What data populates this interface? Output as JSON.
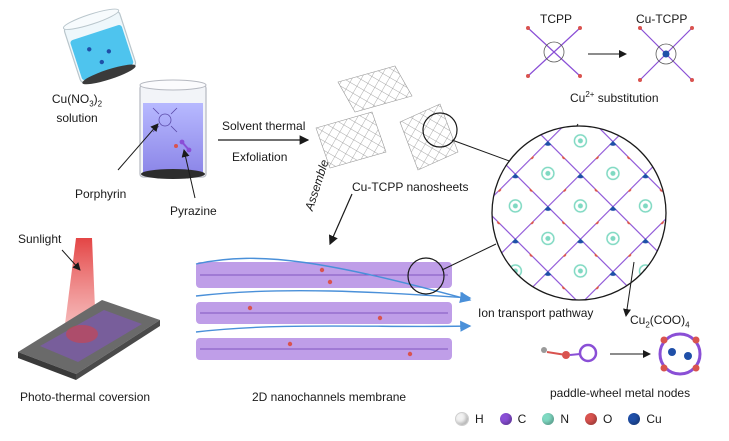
{
  "labels": {
    "cu_solution_1": "Cu(NO",
    "cu_solution_sub3": "3",
    "cu_solution_paren": ")",
    "cu_solution_sub2": "2",
    "cu_solution_2": "solution",
    "solvent_thermal": "Solvent thermal",
    "exfoliation": "Exfoliation",
    "porphyrin": "Porphyrin",
    "pyrazine": "Pyrazine",
    "nanosheets": "Cu-TCPP nanosheets",
    "tcpp": "TCPP",
    "cu_tcpp": "Cu-TCPP",
    "cu_sub_1": "Cu",
    "cu_sub_sup": "2+",
    "cu_sub_2": " substitution",
    "assemble": "Assemble",
    "sunlight": "Sunlight",
    "photo_thermal": "Photo-thermal coversion",
    "membrane": "2D nanochannels membrane",
    "ion_transport": "Ion transport pathway",
    "paddle_1": "Cu",
    "paddle_sub2": "2",
    "paddle_2": "(COO)",
    "paddle_sub4": "4",
    "paddle_nodes": "paddle-wheel metal nodes"
  },
  "legend": [
    {
      "symbol": "H",
      "color": "#f2f2f2"
    },
    {
      "symbol": "C",
      "color": "#8a4fd6"
    },
    {
      "symbol": "N",
      "color": "#7fd9c2"
    },
    {
      "symbol": "O",
      "color": "#d9534f"
    },
    {
      "symbol": "Cu",
      "color": "#1f4fa8"
    }
  ]
}
